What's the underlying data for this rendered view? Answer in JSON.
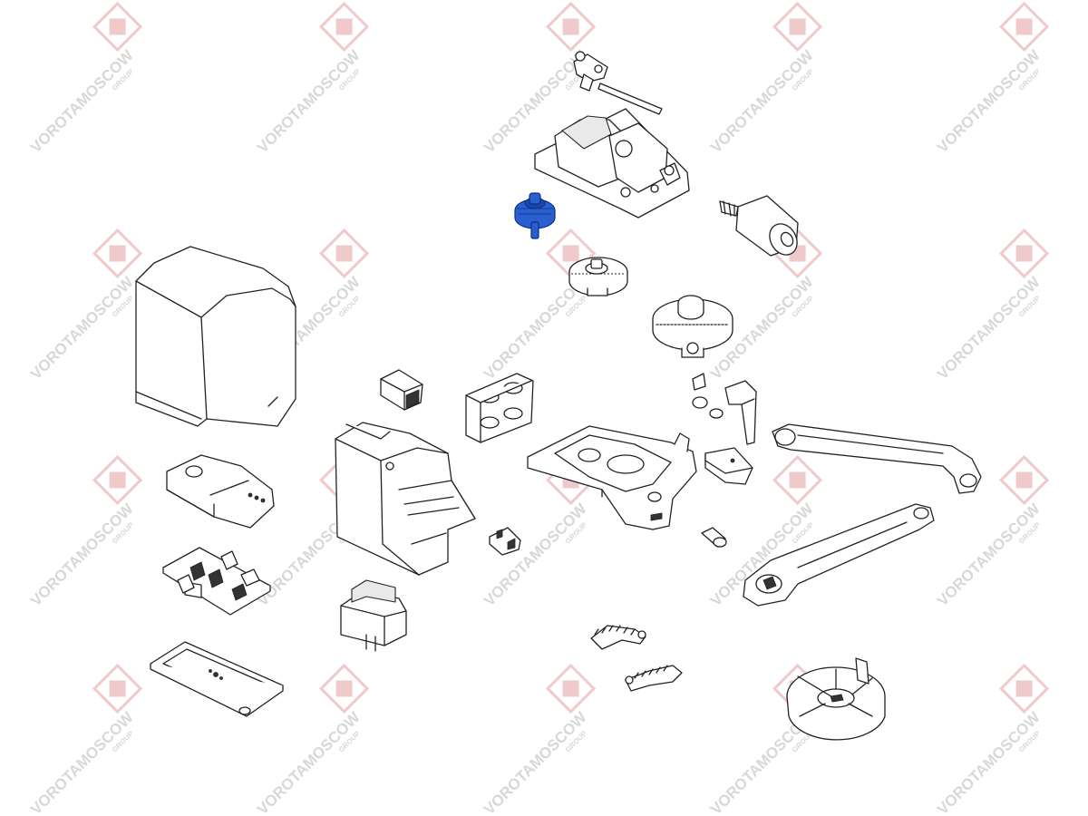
{
  "watermark": {
    "line1": "VOROTAMOSCOW",
    "line2": "GROUP",
    "color": "#d8d8d8",
    "logo_color": "#f0caca"
  },
  "highlight_color": "#2a5fd0",
  "line_color": "#222222",
  "parts": [
    {
      "name": "pin-shaft-part"
    },
    {
      "name": "gearbox-top-cover-part"
    },
    {
      "name": "motor-part"
    },
    {
      "name": "pinion-gear-part",
      "highlighted": true
    },
    {
      "name": "spur-gear-small-part"
    },
    {
      "name": "spur-gear-large-part"
    },
    {
      "name": "housing-cover-part"
    },
    {
      "name": "connector-block-part"
    },
    {
      "name": "bracket-frame-part"
    },
    {
      "name": "release-lever-part"
    },
    {
      "name": "control-board-cover-part"
    },
    {
      "name": "electronics-chassis-part"
    },
    {
      "name": "gearbox-base-part"
    },
    {
      "name": "straight-arm-part"
    },
    {
      "name": "cam-plate-part"
    },
    {
      "name": "screw-part"
    },
    {
      "name": "control-board-part"
    },
    {
      "name": "small-terminal-part"
    },
    {
      "name": "curved-arm-part"
    },
    {
      "name": "transformer-part"
    },
    {
      "name": "base-plate-part"
    },
    {
      "name": "limit-cam-upper-part"
    },
    {
      "name": "limit-cam-lower-part"
    },
    {
      "name": "round-base-part"
    }
  ]
}
